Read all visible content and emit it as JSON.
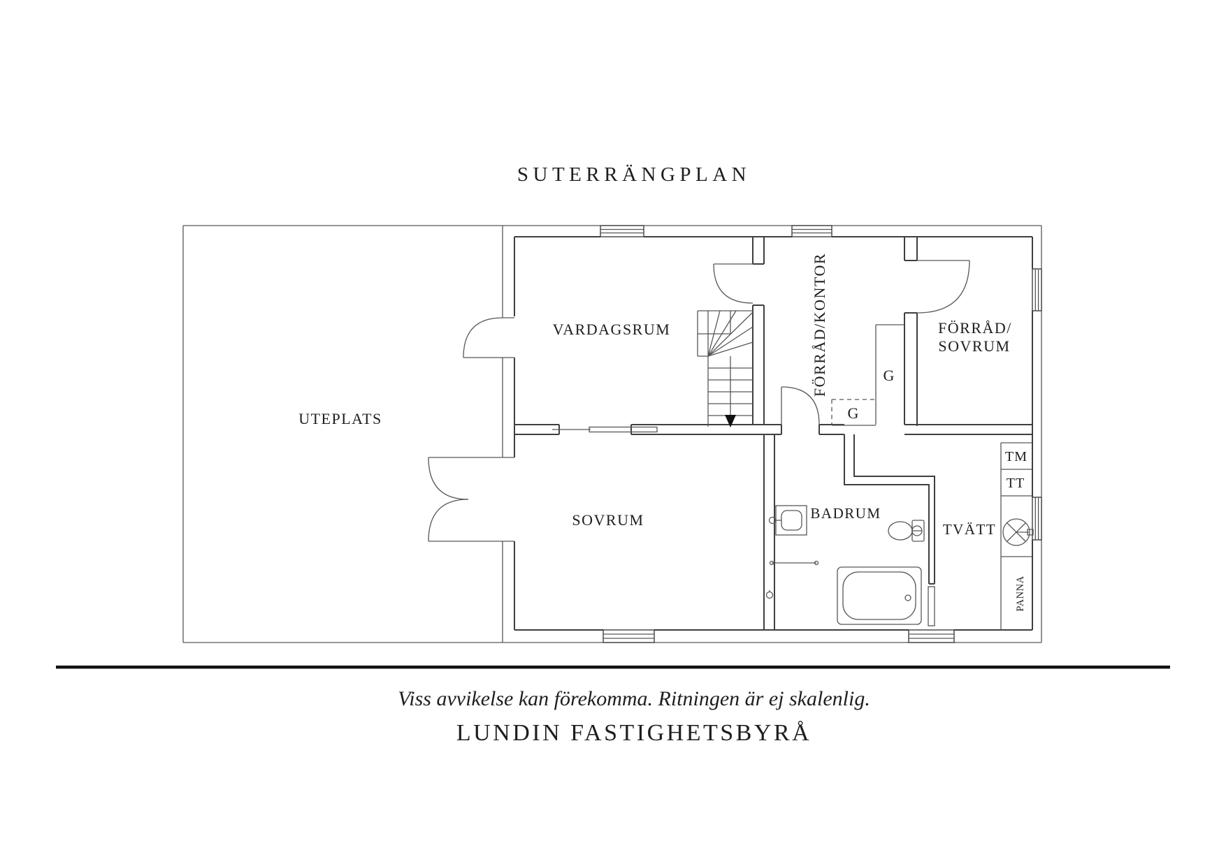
{
  "title": "SUTERRÄNGPLAN",
  "plan": {
    "rooms": {
      "uteplats": "UTEPLATS",
      "vardagsrum": "VARDAGSRUM",
      "forrad_kontor": "FÖRRÅD/KONTOR",
      "forrad_sovrum_line1": "FÖRRÅD/",
      "forrad_sovrum_line2": "SOVRUM",
      "sovrum": "SOVRUM",
      "badrum": "BADRUM",
      "tvatt": "TVÄTT",
      "panna": "PANNA"
    },
    "markers": {
      "tm": "TM",
      "tt": "TT",
      "g_upper": "G",
      "g_lower": "G"
    }
  },
  "footer": {
    "disclaimer": "Viss avvikelse kan förekomma. Ritningen är ej skalenlig.",
    "agency": "LUNDIN FASTIGHETSBYRÅ"
  },
  "colors": {
    "background": "#ffffff",
    "wall_line": "#3f3f3f",
    "thin_line": "#575757",
    "text": "#1e1e1e",
    "divider": "#141414"
  }
}
